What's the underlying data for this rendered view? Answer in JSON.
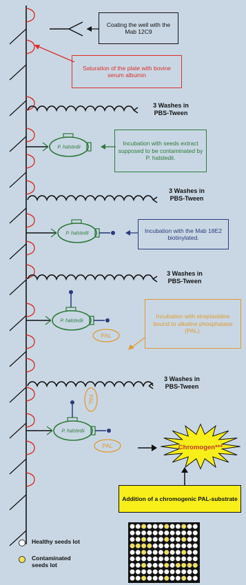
{
  "steps": {
    "coating": "Coating the well with the Mab 12C9",
    "saturation": "Saturation of the plate with bovine serum albumin",
    "wash1": "3 Washes in PBS-Tween",
    "incubation_seeds": "Incubation with seeds extract supposed to be contaminated by P. halstedii.",
    "wash2": "3 Washes in PBS-Tween",
    "incubation_mab": "Incubation with the Mab 18E2 biotinylated.",
    "wash3": "3 Washes in PBS-Tween",
    "incubation_pal": "Incubation with streptavidine bound to alkaline phosphatase (PAL).",
    "wash4": "3 Washes in PBS-Tween",
    "substrate": "Addition of a chromogenic PAL-substrate"
  },
  "labels": {
    "antigen": "P. halstedii",
    "pal": "PAL",
    "chromogen": "Chromogen***"
  },
  "legend": {
    "healthy": "Healthy seeds lot",
    "contaminated": "Contaminated seeds lot"
  },
  "colors": {
    "background": "#c9d7e4",
    "red": "#d9302a",
    "green": "#2e7a3a",
    "orange": "#e09a30",
    "navy": "#2a3a7a",
    "yellow": "#f7ee1a"
  }
}
